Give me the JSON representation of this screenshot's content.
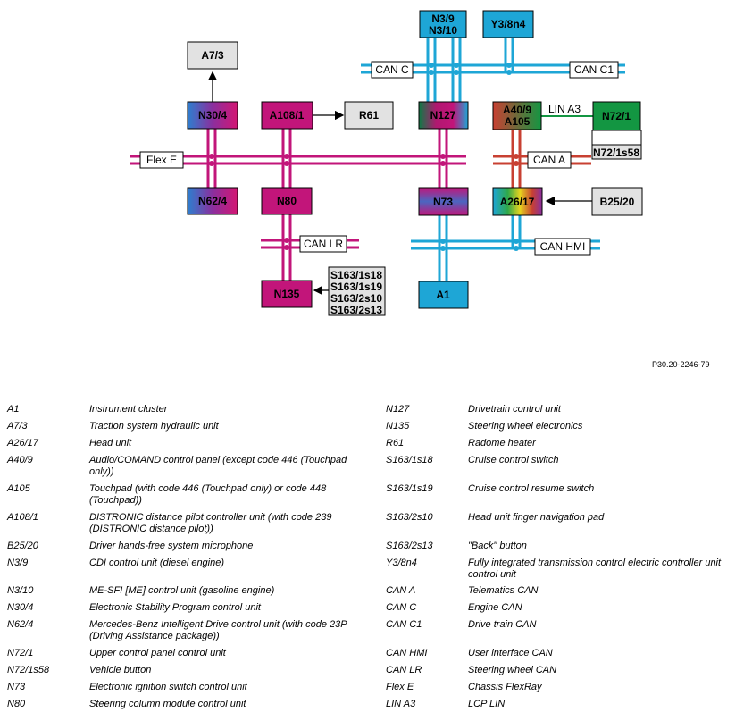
{
  "figure_ref": "P30.20-2246-79",
  "colors": {
    "flexray": "#c2157a",
    "can_c": "#1ea6d6",
    "can_a": "#c84032",
    "can_hmi": "#1ea6d6",
    "can_lr": "#c2157a",
    "lin": "#139642"
  },
  "nodes": {
    "n3_9": "N3/9",
    "n3_10": "N3/10",
    "y3_8n4": "Y3/8n4",
    "a7_3": "A7/3",
    "n30_4": "N30/4",
    "a108_1": "A108/1",
    "r61": "R61",
    "n127": "N127",
    "a40_9": "A40/9",
    "a105": "A105",
    "n72_1": "N72/1",
    "n72_1s58": "N72/1s58",
    "n62_4": "N62/4",
    "n80": "N80",
    "n73": "N73",
    "a26_17": "A26/17",
    "b25_20": "B25/20",
    "n135": "N135",
    "a1": "A1",
    "s163_1s18": "S163/1s18",
    "s163_1s19": "S163/1s19",
    "s163_2s10": "S163/2s10",
    "s163_2s13": "S163/2s13"
  },
  "buses": {
    "flex_e": "Flex E",
    "can_c": "CAN C",
    "can_c1": "CAN C1",
    "lin_a3": "LIN A3",
    "can_a": "CAN A",
    "can_lr": "CAN LR",
    "can_hmi": "CAN HMI"
  },
  "legend_left": [
    {
      "code": "A1",
      "desc": "Instrument cluster"
    },
    {
      "code": "A7/3",
      "desc": "Traction system hydraulic unit"
    },
    {
      "code": "A26/17",
      "desc": "Head unit"
    },
    {
      "code": "A40/9",
      "desc": "Audio/COMAND control panel (except code 446 (Touchpad only))"
    },
    {
      "code": "A105",
      "desc": "Touchpad (with code 446 (Touchpad only) or code 448 (Touchpad))"
    },
    {
      "code": "A108/1",
      "desc": "DISTRONIC distance pilot controller unit (with code 239 (DISTRONIC distance pilot))"
    },
    {
      "code": "B25/20",
      "desc": "Driver hands-free system microphone"
    },
    {
      "code": "N3/9",
      "desc": "CDI control unit (diesel engine)"
    },
    {
      "code": "N3/10",
      "desc": "ME-SFI [ME] control unit (gasoline engine)"
    },
    {
      "code": "N30/4",
      "desc": "Electronic Stability Program control unit"
    },
    {
      "code": "N62/4",
      "desc": "Mercedes-Benz Intelligent Drive control unit (with code 23P (Driving Assistance package))"
    },
    {
      "code": "N72/1",
      "desc": "Upper control panel control unit"
    },
    {
      "code": "N72/1s58",
      "desc": "Vehicle button"
    },
    {
      "code": "N73",
      "desc": "Electronic ignition switch control unit"
    },
    {
      "code": "N80",
      "desc": "Steering column module control unit"
    }
  ],
  "legend_right": [
    {
      "code": "N127",
      "desc": "Drivetrain control unit"
    },
    {
      "code": "N135",
      "desc": "Steering wheel electronics"
    },
    {
      "code": "R61",
      "desc": "Radome heater"
    },
    {
      "code": "S163/1s18",
      "desc": "Cruise control switch"
    },
    {
      "code": "S163/1s19",
      "desc": "Cruise control resume switch"
    },
    {
      "code": "S163/2s10",
      "desc": "Head unit finger navigation pad"
    },
    {
      "code": "S163/2s13",
      "desc": "\"Back\" button"
    },
    {
      "code": "Y3/8n4",
      "desc": "Fully integrated transmission control electric controller unit control unit"
    },
    {
      "code": "CAN A",
      "desc": "Telematics CAN"
    },
    {
      "code": "CAN C",
      "desc": "Engine CAN"
    },
    {
      "code": "CAN C1",
      "desc": "Drive train CAN"
    },
    {
      "code": "CAN HMI",
      "desc": "User interface CAN"
    },
    {
      "code": "CAN LR",
      "desc": "Steering wheel CAN"
    },
    {
      "code": "Flex E",
      "desc": "Chassis FlexRay"
    },
    {
      "code": "LIN A3",
      "desc": "LCP LIN"
    }
  ]
}
